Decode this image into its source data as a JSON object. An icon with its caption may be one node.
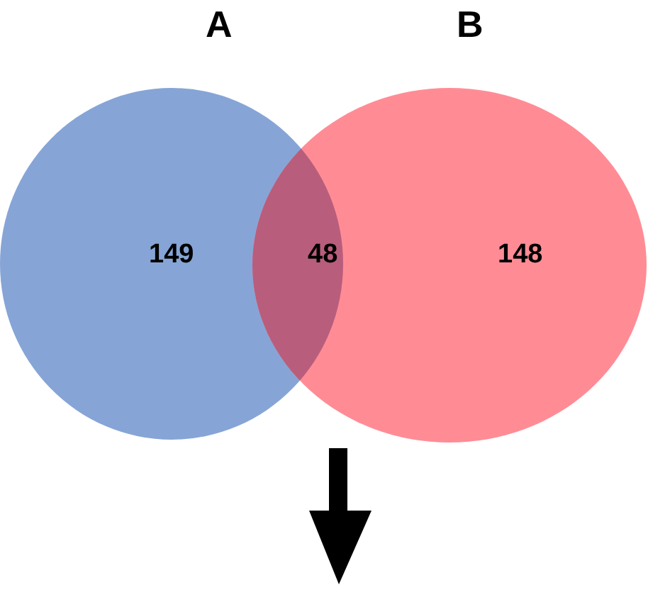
{
  "diagram": {
    "nodes": [
      {
        "text": [
          "A",
          "149"
        ]
      },
      {
        "text": [
          "B",
          "148"
        ]
      }
    ],
    "labels": [
      "48"
    ]
  }
}
